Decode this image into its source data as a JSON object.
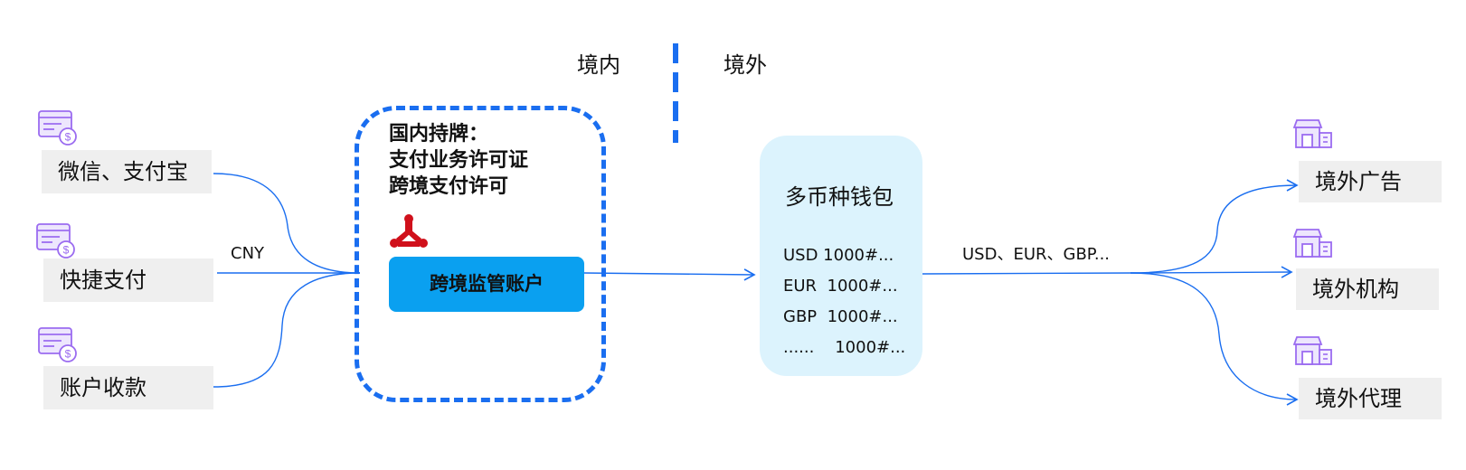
{
  "regions": {
    "domestic": "境内",
    "overseas": "境外"
  },
  "sources": [
    {
      "label": "微信、支付宝",
      "icon": "credit-card-icon"
    },
    {
      "label": "快捷支付",
      "icon": "credit-card-icon"
    },
    {
      "label": "账户收款",
      "icon": "credit-card-icon"
    }
  ],
  "flow_labels": {
    "cny": "CNY",
    "currencies": "USD、EUR、GBP..."
  },
  "license": {
    "title": "国内持牌：",
    "line1": "支付业务许可证",
    "line2": "跨境支付许可"
  },
  "account": {
    "label": "跨境监管账户",
    "logo": "central-bank-logo-icon"
  },
  "wallet": {
    "title": "多币种钱包",
    "rows": [
      "USD 1000#...",
      "EUR  1000#...",
      "GBP  1000#...",
      "......    1000#..."
    ]
  },
  "destinations": [
    {
      "label": "境外广告",
      "icon": "storefront-icon"
    },
    {
      "label": "境外机构",
      "icon": "storefront-icon"
    },
    {
      "label": "境外代理",
      "icon": "storefront-icon"
    }
  ],
  "colors": {
    "line_blue": "#1a6ef0",
    "dashed_blue": "#1a6ef0",
    "account_bg": "#0aa0f0",
    "wallet_bg": "#dcf3fd",
    "box_bg": "#efefef",
    "icon_purple": "#9b6cf0",
    "logo_red": "#d0101b"
  }
}
